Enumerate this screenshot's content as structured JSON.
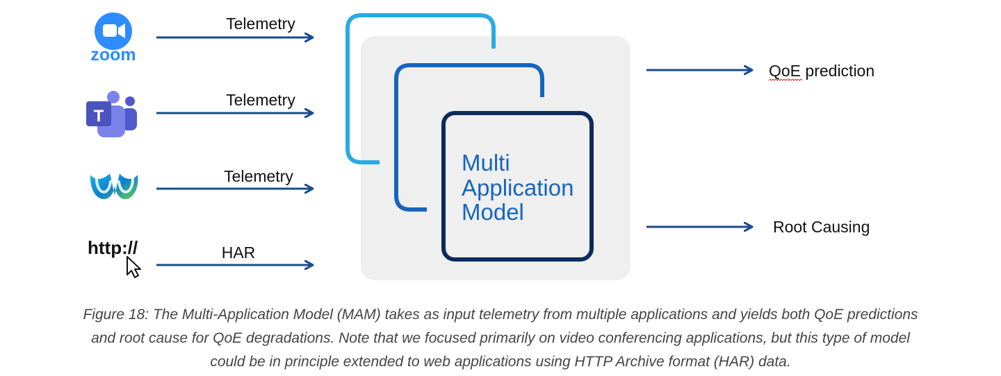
{
  "inputs": [
    {
      "app": "zoom",
      "icon": "zoom-icon",
      "logo_text": "zoom",
      "arrow_label": "Telemetry"
    },
    {
      "app": "teams",
      "icon": "teams-icon",
      "logo_text": "T",
      "arrow_label": "Telemetry"
    },
    {
      "app": "webex",
      "icon": "webex-icon",
      "arrow_label": "Telemetry"
    },
    {
      "app": "web",
      "icon": "http-cursor-icon",
      "logo_text": "http://",
      "arrow_label": "HAR"
    }
  ],
  "model": {
    "lines": [
      "Multi",
      "Application",
      "Model"
    ]
  },
  "outputs": [
    {
      "label": "QoE prediction"
    },
    {
      "label": "Root Causing"
    }
  ],
  "caption": {
    "lines": [
      "Figure 18: The Multi-Application Model (MAM) takes as input telemetry from multiple applications and yields both QoE predictions",
      "and root cause for QoE degradations. Note that we focused primarily on video conferencing applications, but this type of model",
      "could be in principle extended to web applications using HTTP Archive format (HAR) data."
    ]
  },
  "colors": {
    "arrow": "#1a4b8e",
    "panel": "#efefef",
    "frame_light": "#29abe2",
    "frame_mid": "#1565c0",
    "frame_dark": "#0d2a5c",
    "model_text": "#1565c0",
    "zoom": "#2d8cff",
    "teams": "#5059c9",
    "webex_a": "#1bb6e8",
    "webex_b": "#6bd14b"
  }
}
